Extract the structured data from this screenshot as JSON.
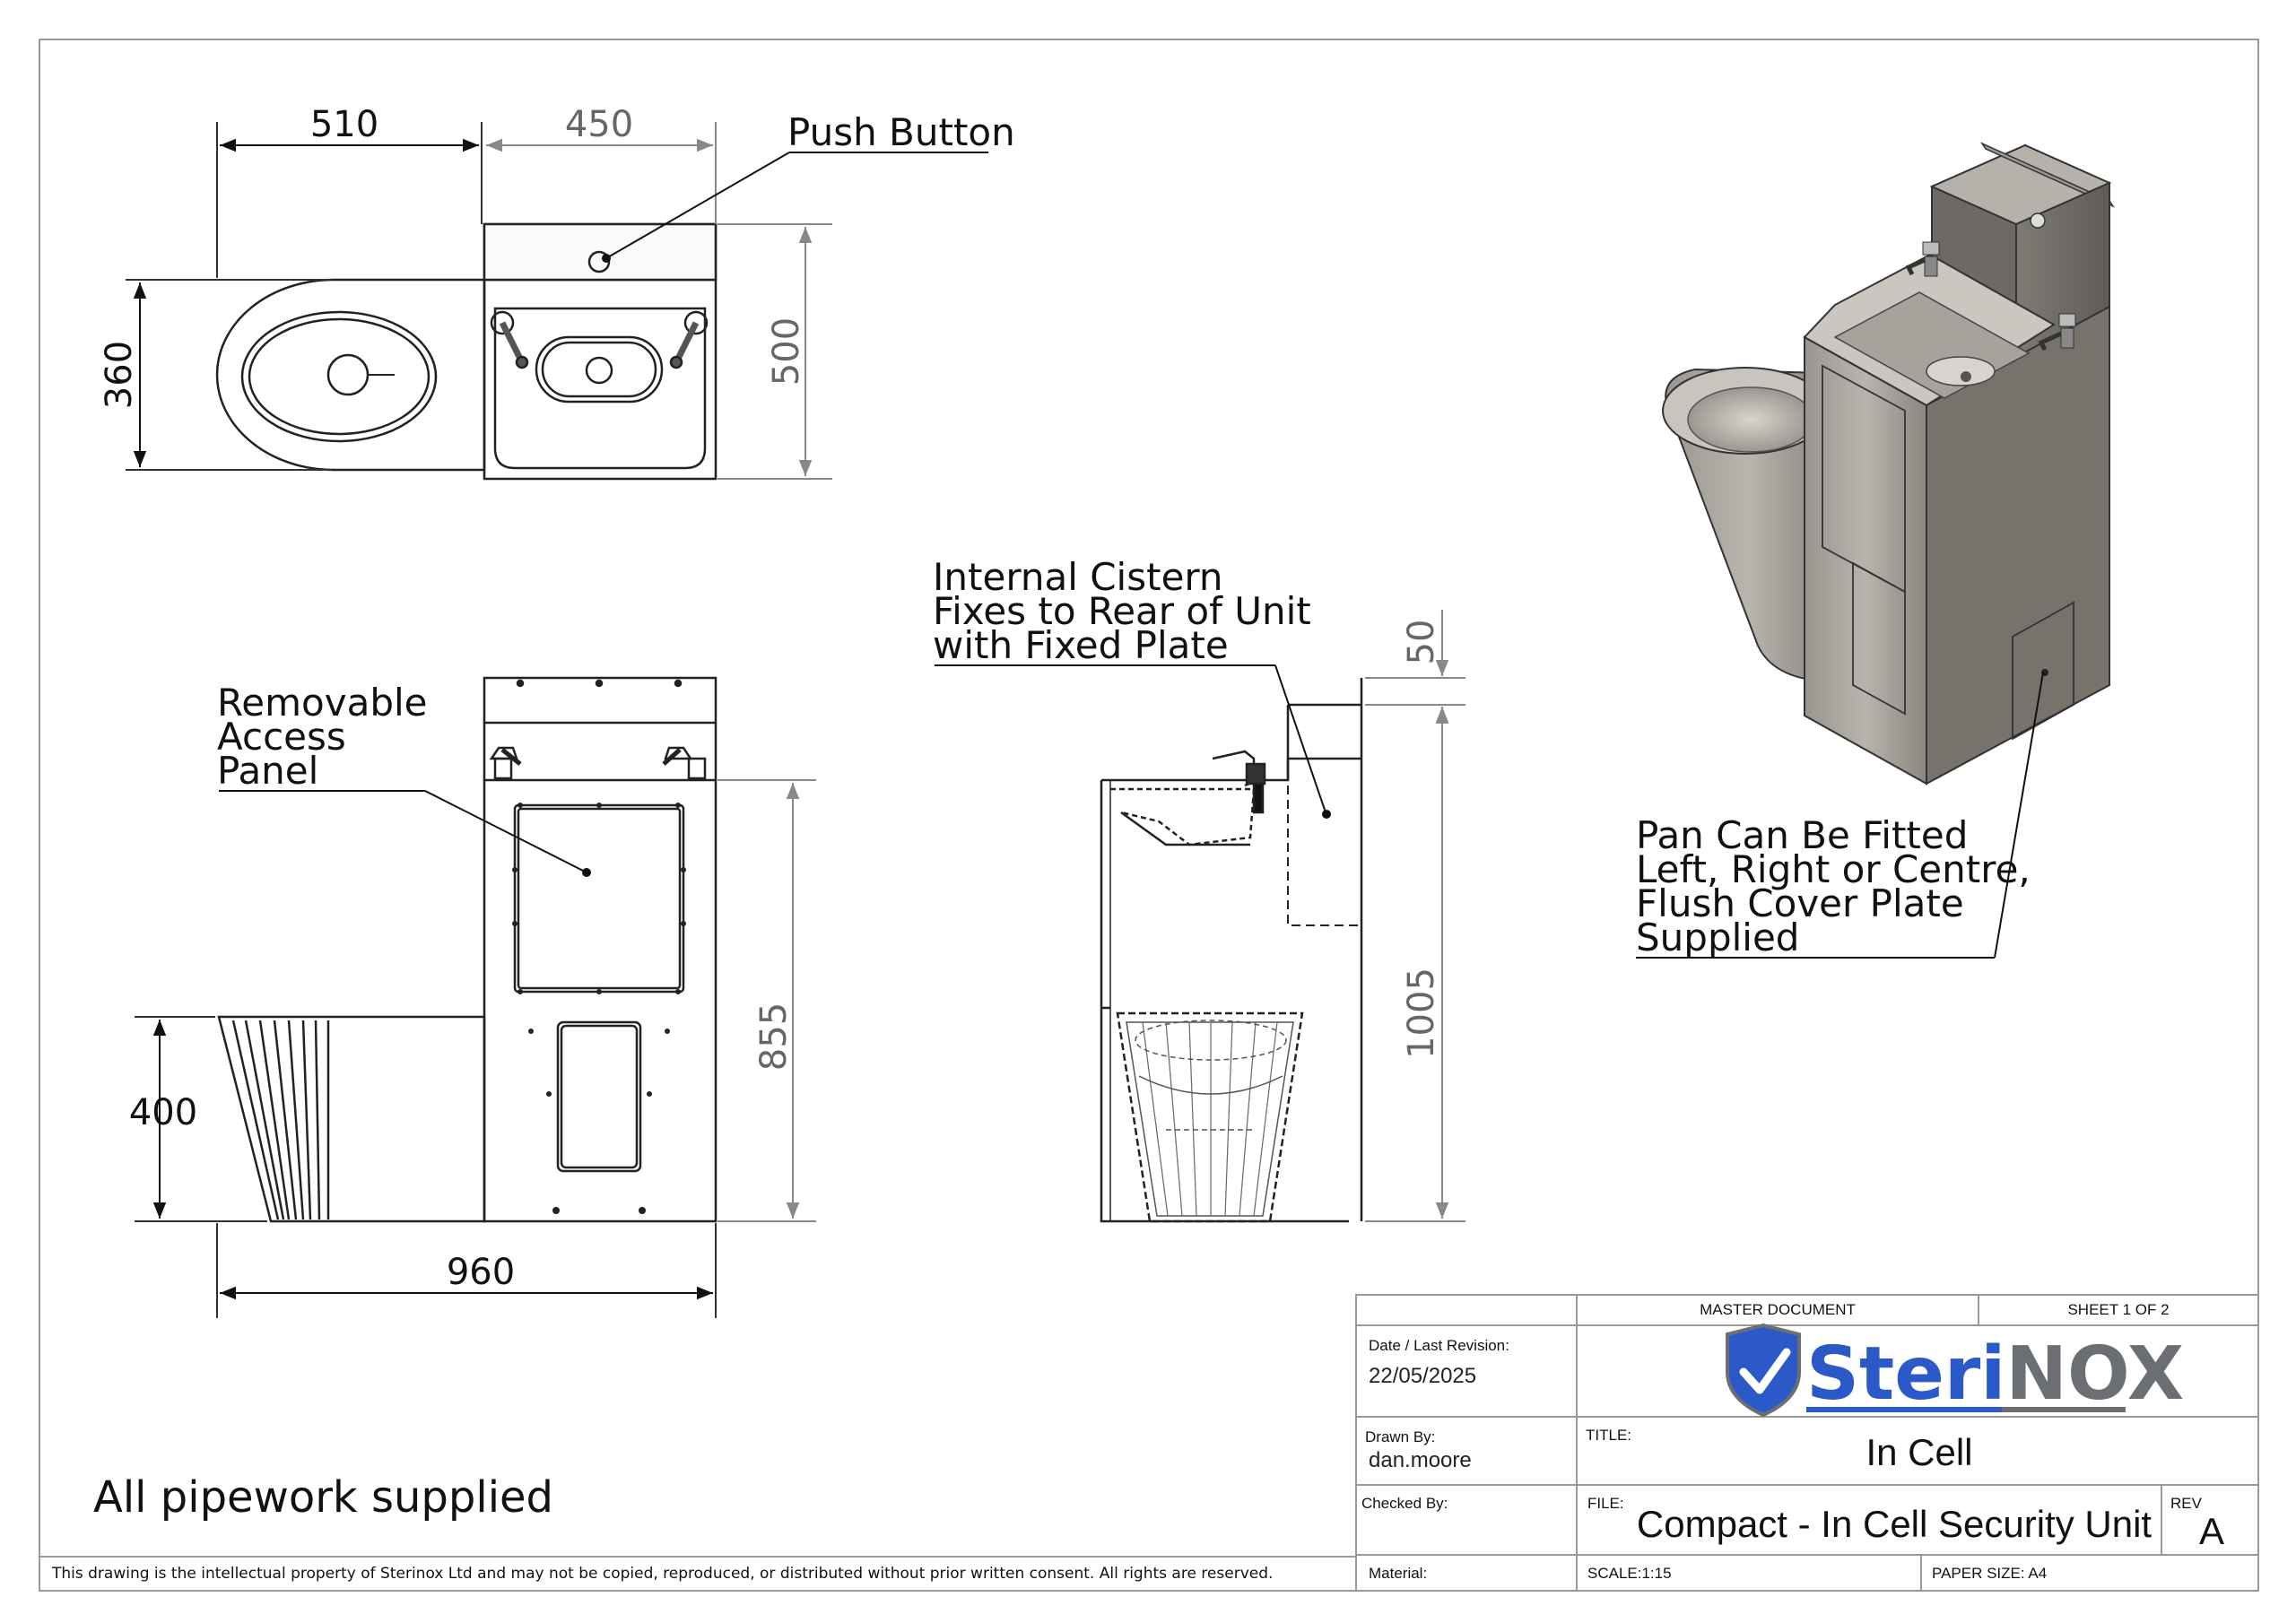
{
  "dimensions": {
    "top_width_pan": "510",
    "top_width_basin": "450",
    "top_depth": "360",
    "top_basin_depth": "500",
    "front_height_pan": "400",
    "front_overall_width": "960",
    "front_body_height": "855",
    "side_top": "50",
    "side_height": "1005"
  },
  "callouts": {
    "push_button": "Push Button",
    "access_panel": [
      "Removable",
      "Access",
      "Panel"
    ],
    "cistern": [
      "Internal Cistern",
      "Fixes to Rear of Unit",
      "with Fixed Plate"
    ],
    "pan_fitting": [
      "Pan Can Be Fitted",
      "Left, Right or Centre,",
      "Flush Cover Plate",
      "Supplied"
    ]
  },
  "pipework_note": "All pipework supplied",
  "footer": "This drawing is the intellectual property of Sterinox Ltd and may not be copied, reproduced, or distributed without prior written consent. All rights are reserved.",
  "title_block": {
    "master": "MASTER DOCUMENT",
    "sheet": "SHEET 1 OF 2",
    "date_label": "Date / Last Revision:",
    "date_value": "22/05/2025",
    "drawn_label": "Drawn By:",
    "drawn_value": "dan.moore",
    "checked_label": "Checked By:",
    "title_label": "TITLE:",
    "title_value": "In Cell",
    "file_label": "FILE:",
    "file_value": "Compact - In Cell Security Unit",
    "rev_label": "REV",
    "rev_value": "A",
    "material_label": "Material:",
    "scale": "SCALE:1:15",
    "paper": "PAPER SIZE: A4",
    "logo_part1": "Steri",
    "logo_part2": "NOX",
    "logo_blue": "#2c59c8",
    "logo_grey": "#6b6e73"
  }
}
